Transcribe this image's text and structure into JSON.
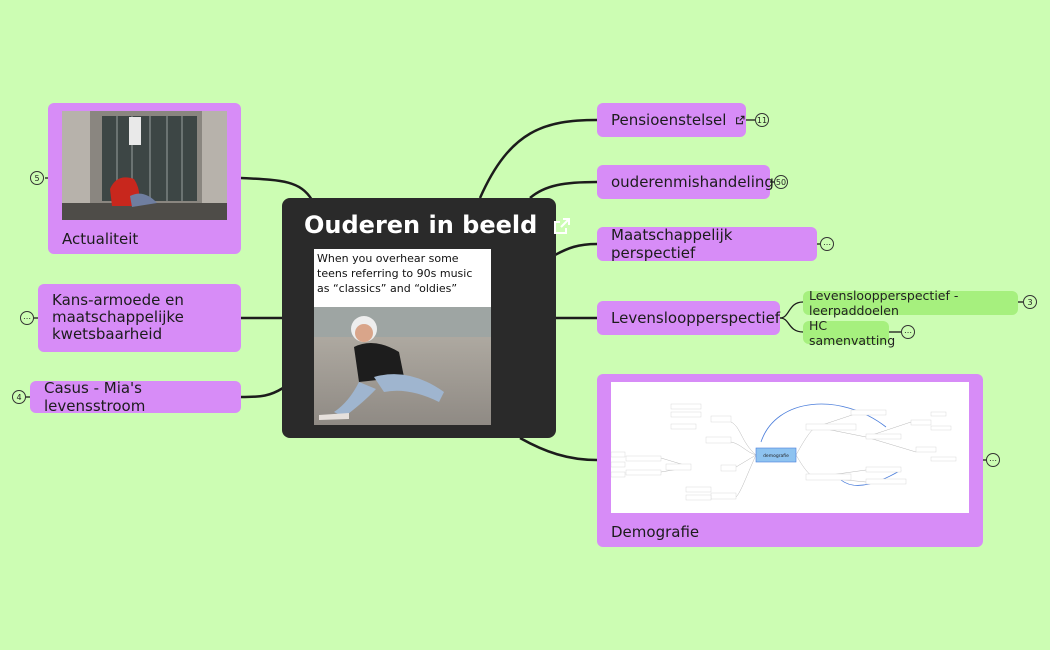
{
  "center": {
    "title": "Ouderen in beeld",
    "meme_caption": "When you overhear some teens referring to 90s music as “classics” and “oldies”"
  },
  "left": {
    "actualiteit": {
      "label": "Actualiteit",
      "badge": "5"
    },
    "kans": {
      "label_line1": "Kans-armoede en",
      "label_line2": "maatschappelijke",
      "label_line3": "kwetsbaarheid",
      "badge": "⋯"
    },
    "casus": {
      "label": "Casus - Mia's levensstroom",
      "badge": "4"
    }
  },
  "right": {
    "pensioen": {
      "label": "Pensioenstelsel",
      "badge": "11"
    },
    "mishandeling": {
      "label": "ouderenmishandeling",
      "badge": "50"
    },
    "maatschappelijk": {
      "label": "Maatschappelijk perspectief",
      "badge": "⋯"
    },
    "levensloop": {
      "label": "Levensloopperspectief"
    },
    "leerpaddoelen": {
      "label": "Levensloopperspectief - leerpaddoelen",
      "badge": "3"
    },
    "hc": {
      "label": "HC samenvatting",
      "badge": "⋯"
    },
    "demografie": {
      "label": "Demografie",
      "badge": "⋯",
      "diagram_center": "demografie"
    }
  },
  "colors": {
    "background": "#ccfdb3",
    "node": "#d78cf7",
    "subnode": "#a6f07e",
    "center": "#2a2a2a",
    "link": "#1c1c1c"
  },
  "icons": {
    "external_link": "external-link-icon"
  }
}
